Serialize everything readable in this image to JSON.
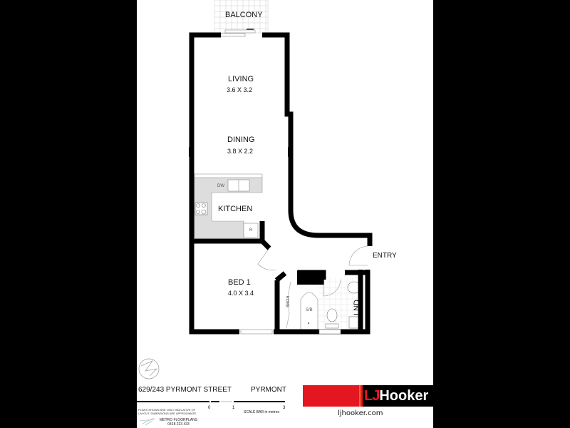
{
  "rooms": {
    "balcony": {
      "label": "BALCONY"
    },
    "living": {
      "label": "LIVING",
      "dims": "3.6 X 3.2"
    },
    "dining": {
      "label": "DINING",
      "dims": "3.8 X 2.2"
    },
    "kitchen": {
      "label": "KITCHEN",
      "appliances": [
        "DW",
        "R"
      ]
    },
    "bed1": {
      "label": "BED 1",
      "dims": "4.0 X 3.4"
    },
    "robe": {
      "label": "ROBE"
    },
    "bath": {
      "label": "S/B"
    },
    "laundry": {
      "label": "LND"
    },
    "entry": {
      "label": "ENTRY"
    }
  },
  "footer": {
    "address": "629/243 PYRMONT STREET",
    "suburb": "PYRMONT",
    "disclaimer": "PLANS SHOWN ARE ONLY INDICATIVE OF LAYOUT. DIMENSIONS ARE APPROXIMATE.",
    "scale": {
      "ticks": [
        "0",
        "1",
        "3"
      ],
      "title": "SCALE BAR in metres"
    },
    "drafter": {
      "name": "METRO FLOORPLANS",
      "phone": "0418 223 433"
    }
  },
  "brand": {
    "logo_lj": "LJ",
    "logo_name": "Hooker",
    "url": "ljhooker.com",
    "colors": {
      "red": "#e4161f",
      "orange": "#f26b1f",
      "black": "#000000"
    }
  },
  "icons": {
    "compass": "north-arrow-icon"
  }
}
